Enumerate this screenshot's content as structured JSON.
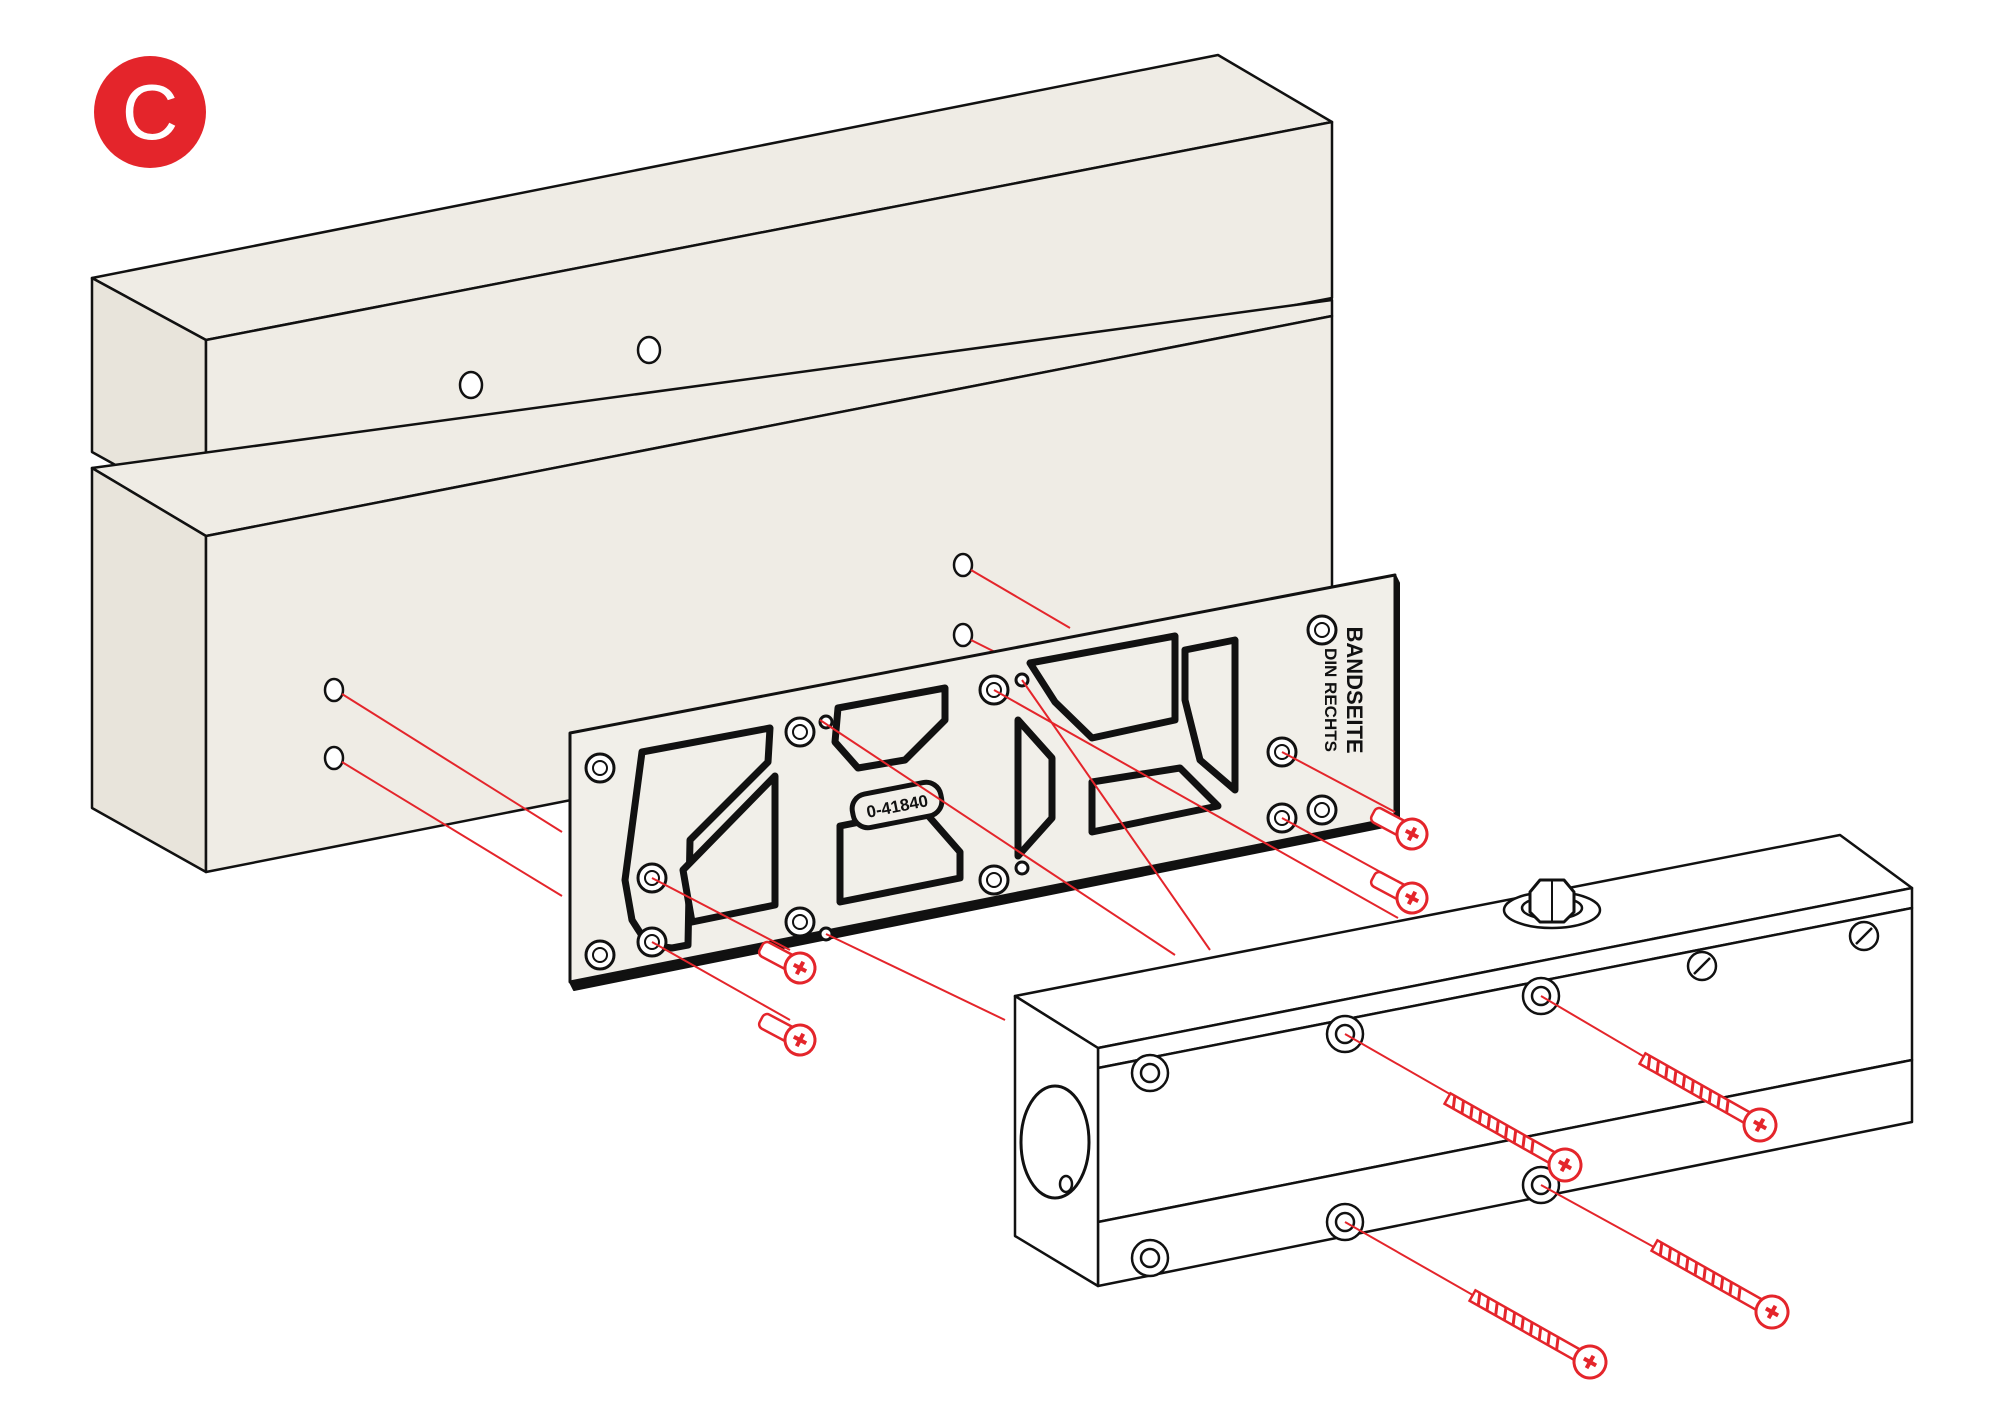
{
  "step": {
    "label": "C"
  },
  "mounting_plate": {
    "side_text": "BANDSEITE",
    "side_text_2": "DIN  RECHTS",
    "part_number": "0-41840"
  },
  "colors": {
    "accent": "#e4252b",
    "wood": "#efece5",
    "outline": "#111111",
    "plate": "#f1efe9",
    "closer": "#ffffff"
  }
}
